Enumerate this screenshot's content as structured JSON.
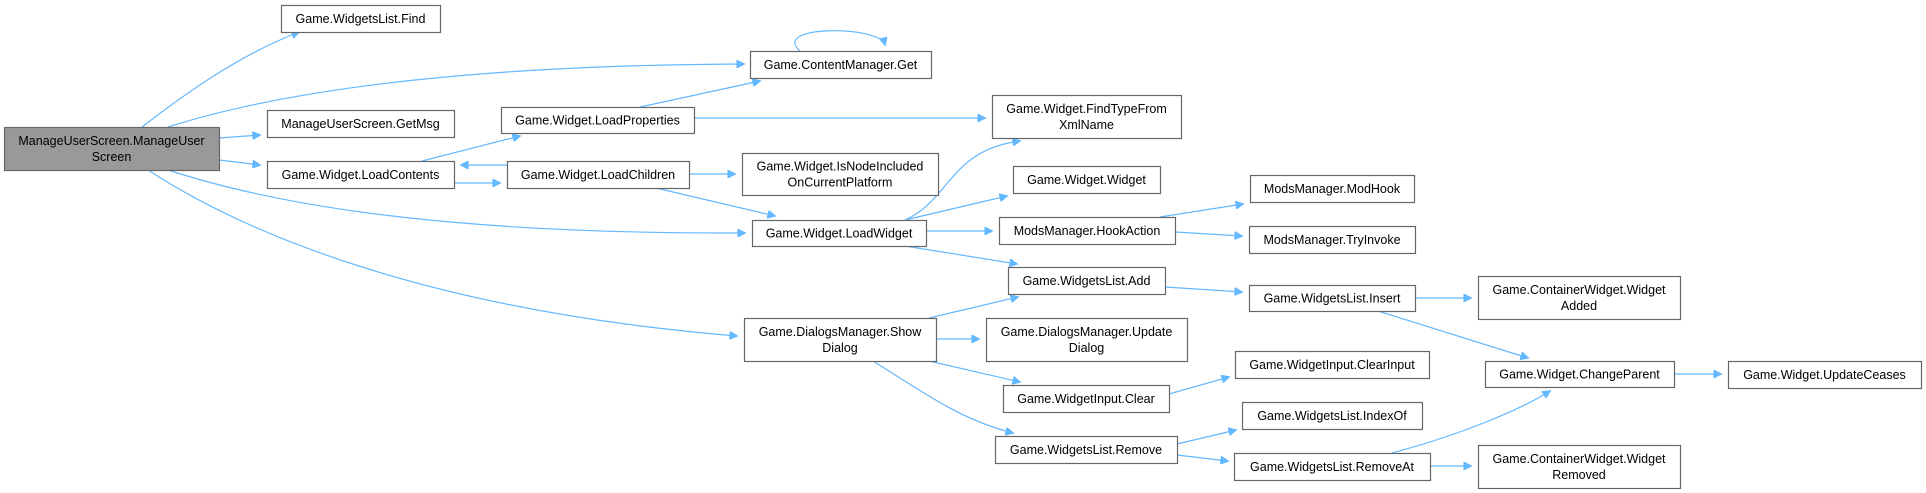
{
  "diagram": {
    "type": "call-graph",
    "root": "n0",
    "colors": {
      "edge": "#63b8ff",
      "border": "#666666",
      "root_fill": "#999999",
      "node_fill": "#ffffff"
    },
    "nodes": [
      {
        "id": "n0",
        "lines": [
          "ManageUserScreen.ManageUser",
          "Screen"
        ],
        "root": true
      },
      {
        "id": "n1",
        "lines": [
          "Game.WidgetsList.Find"
        ]
      },
      {
        "id": "n2",
        "lines": [
          "Game.ContentManager.Get"
        ]
      },
      {
        "id": "n3",
        "lines": [
          "ManageUserScreen.GetMsg"
        ]
      },
      {
        "id": "n4",
        "lines": [
          "Game.Widget.LoadContents"
        ]
      },
      {
        "id": "n5",
        "lines": [
          "Game.Widget.LoadProperties"
        ]
      },
      {
        "id": "n6",
        "lines": [
          "Game.Widget.LoadChildren"
        ]
      },
      {
        "id": "n7",
        "lines": [
          "Game.Widget.FindTypeFrom",
          "XmlName"
        ]
      },
      {
        "id": "n8",
        "lines": [
          "Game.Widget.IsNodeIncluded",
          "OnCurrentPlatform"
        ]
      },
      {
        "id": "n9",
        "lines": [
          "Game.Widget.LoadWidget"
        ]
      },
      {
        "id": "n10",
        "lines": [
          "Game.Widget.Widget"
        ]
      },
      {
        "id": "n11",
        "lines": [
          "ModsManager.HookAction"
        ]
      },
      {
        "id": "n12",
        "lines": [
          "ModsManager.ModHook"
        ]
      },
      {
        "id": "n13",
        "lines": [
          "ModsManager.TryInvoke"
        ]
      },
      {
        "id": "n14",
        "lines": [
          "Game.WidgetsList.Add"
        ]
      },
      {
        "id": "n15",
        "lines": [
          "Game.DialogsManager.Show",
          "Dialog"
        ]
      },
      {
        "id": "n16",
        "lines": [
          "Game.DialogsManager.Update",
          "Dialog"
        ]
      },
      {
        "id": "n17",
        "lines": [
          "Game.WidgetInput.Clear"
        ]
      },
      {
        "id": "n18",
        "lines": [
          "Game.WidgetsList.Remove"
        ]
      },
      {
        "id": "n19",
        "lines": [
          "Game.WidgetsList.Insert"
        ]
      },
      {
        "id": "n20",
        "lines": [
          "Game.WidgetInput.ClearInput"
        ]
      },
      {
        "id": "n21",
        "lines": [
          "Game.WidgetsList.IndexOf"
        ]
      },
      {
        "id": "n22",
        "lines": [
          "Game.WidgetsList.RemoveAt"
        ]
      },
      {
        "id": "n23",
        "lines": [
          "Game.ContainerWidget.Widget",
          "Added"
        ]
      },
      {
        "id": "n24",
        "lines": [
          "Game.Widget.ChangeParent"
        ]
      },
      {
        "id": "n25",
        "lines": [
          "Game.ContainerWidget.Widget",
          "Removed"
        ]
      },
      {
        "id": "n26",
        "lines": [
          "Game.Widget.UpdateCeases"
        ]
      }
    ],
    "edges": [
      {
        "from": "n0",
        "to": "n1"
      },
      {
        "from": "n0",
        "to": "n2"
      },
      {
        "from": "n0",
        "to": "n3"
      },
      {
        "from": "n0",
        "to": "n4"
      },
      {
        "from": "n0",
        "to": "n9"
      },
      {
        "from": "n0",
        "to": "n15"
      },
      {
        "from": "n2",
        "to": "n2"
      },
      {
        "from": "n4",
        "to": "n5"
      },
      {
        "from": "n4",
        "to": "n6"
      },
      {
        "from": "n5",
        "to": "n2"
      },
      {
        "from": "n5",
        "to": "n7"
      },
      {
        "from": "n6",
        "to": "n4"
      },
      {
        "from": "n6",
        "to": "n8"
      },
      {
        "from": "n6",
        "to": "n9"
      },
      {
        "from": "n9",
        "to": "n7"
      },
      {
        "from": "n9",
        "to": "n10"
      },
      {
        "from": "n9",
        "to": "n11"
      },
      {
        "from": "n9",
        "to": "n14"
      },
      {
        "from": "n11",
        "to": "n12"
      },
      {
        "from": "n11",
        "to": "n13"
      },
      {
        "from": "n14",
        "to": "n19"
      },
      {
        "from": "n15",
        "to": "n14"
      },
      {
        "from": "n15",
        "to": "n16"
      },
      {
        "from": "n15",
        "to": "n17"
      },
      {
        "from": "n15",
        "to": "n18"
      },
      {
        "from": "n17",
        "to": "n20"
      },
      {
        "from": "n18",
        "to": "n21"
      },
      {
        "from": "n18",
        "to": "n22"
      },
      {
        "from": "n19",
        "to": "n23"
      },
      {
        "from": "n19",
        "to": "n24"
      },
      {
        "from": "n22",
        "to": "n24"
      },
      {
        "from": "n22",
        "to": "n25"
      },
      {
        "from": "n24",
        "to": "n26"
      }
    ]
  }
}
